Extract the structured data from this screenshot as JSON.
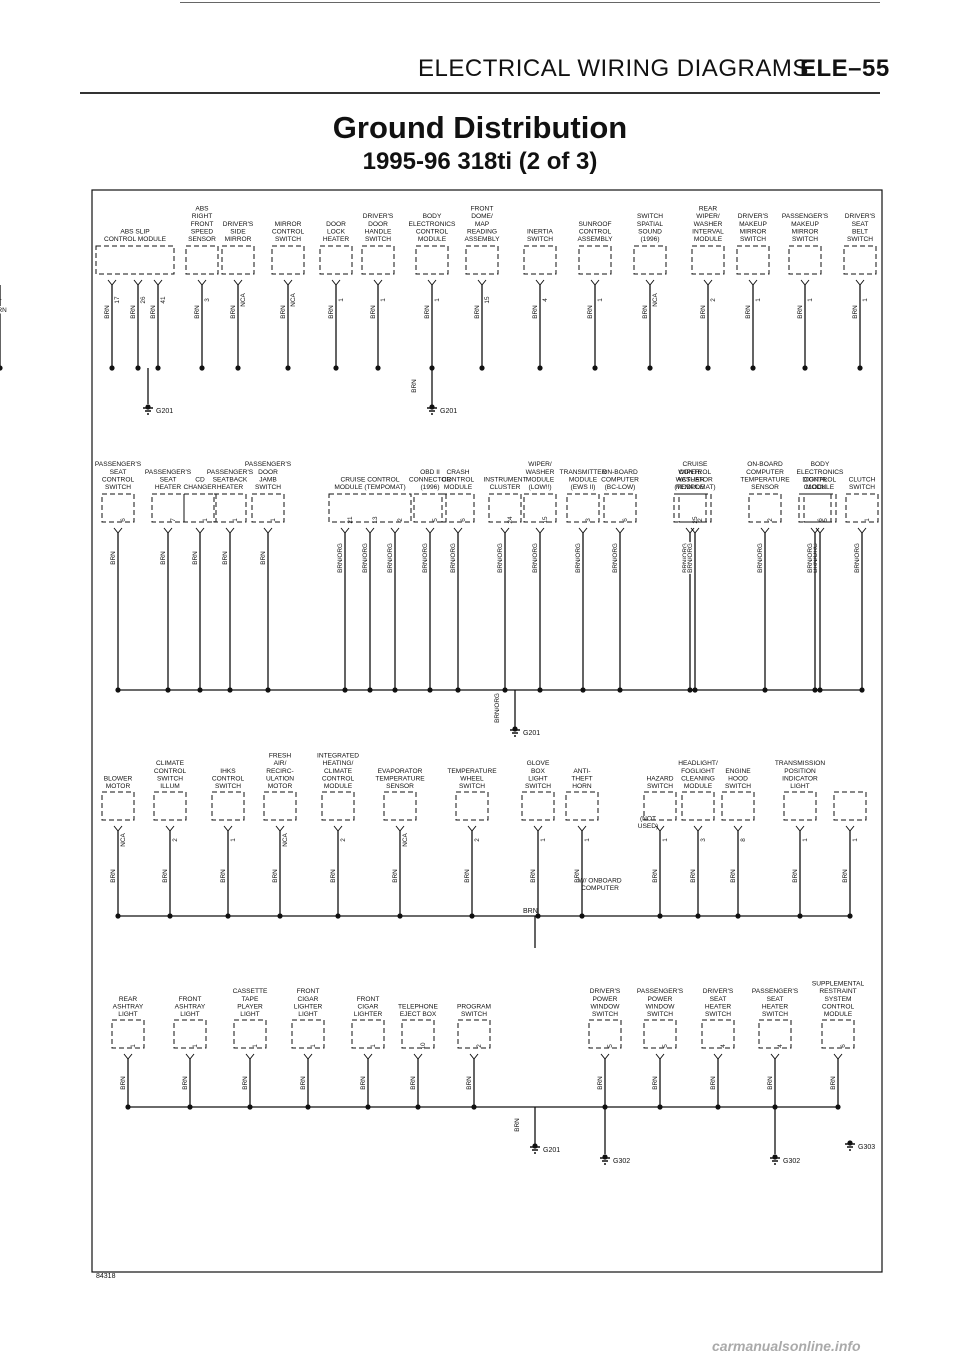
{
  "header": {
    "section_title": "ELECTRICAL WIRING DIAGRAMS",
    "page_code": "ELE–55"
  },
  "title": "Ground Distribution",
  "subtitle": "1995-96 318ti (2 of 3)",
  "figure_id": "84318",
  "watermark": "carmanualsonline.info",
  "rows": [
    {
      "components": [
        {
          "label": "ABS SLIP\nCONTROL MODULE",
          "pins": [
            "17",
            "26",
            "41"
          ],
          "wires": [
            "BRN",
            "BRN",
            "BRN"
          ],
          "wide": true
        },
        {
          "label": "ABS\nRIGHT\nFRONT\nSPEED\nSENSOR",
          "pins": [
            "3"
          ],
          "wires": [
            "BRN"
          ]
        },
        {
          "label": "DRIVER'S\nSIDE\nMIRROR",
          "pins": [
            "NCA"
          ],
          "wires": [
            "BRN"
          ]
        },
        {
          "label": "MIRROR\nCONTROL\nSWITCH",
          "pins": [
            "NCA"
          ],
          "wires": [
            "BRN"
          ]
        },
        {
          "label": "DOOR\nLOCK\nHEATER",
          "pins": [
            "1"
          ],
          "wires": [
            "BRN"
          ]
        },
        {
          "label": "DRIVER'S\nDOOR\nHANDLE\nSWITCH",
          "pins": [
            "1"
          ],
          "wires": [
            "BRN"
          ]
        },
        {
          "label": "BODY\nELECTRONICS\nCONTROL\nMODULE",
          "pins": [
            "1"
          ],
          "wires": [
            "BRN"
          ]
        },
        {
          "label": "FRONT\nDOME/\nMAP\nREADING\nASSEMBLY",
          "pins": [
            "15"
          ],
          "wires": [
            "BRN"
          ]
        },
        {
          "label": "INERTIA\nSWITCH",
          "pins": [
            "4"
          ],
          "wires": [
            "BRN"
          ]
        },
        {
          "label": "SUNROOF\nCONTROL\nASSEMBLY",
          "pins": [
            "1"
          ],
          "wires": [
            "BRN"
          ]
        },
        {
          "label": "SWITCH\nSPATIAL\nSOUND\n(1996)",
          "pins": [
            "NCA"
          ],
          "wires": [
            "BRN"
          ]
        },
        {
          "label": "REAR\nWIPER/\nWASHER\nINTERVAL\nMODULE",
          "pins": [
            "2"
          ],
          "wires": [
            "BRN"
          ]
        },
        {
          "label": "DRIVER'S\nMAKEUP\nMIRROR\nSWITCH",
          "pins": [
            "1"
          ],
          "wires": [
            "BRN"
          ]
        },
        {
          "label": "PASSENGER'S\nMAKEUP\nMIRROR\nSWITCH",
          "pins": [
            "1"
          ],
          "wires": [
            "BRN"
          ]
        },
        {
          "label": "DRIVER'S\nSEAT\nBELT\nSWITCH",
          "pins": [
            "1"
          ],
          "wires": [
            "BRN"
          ]
        },
        {
          "label": "",
          "pins": [
            "1"
          ],
          "wires": [
            "BRN"
          ]
        }
      ],
      "bus_label": "BRN",
      "ground": "G201",
      "ground2": "G201"
    },
    {
      "components": [
        {
          "label": "PASSENGER'S\nSEAT\nCONTROL\nSWITCH",
          "pins": [
            "6"
          ],
          "wires": [
            "BRN"
          ]
        },
        {
          "label": "PASSENGER'S\nSEAT\nHEATER",
          "pins": [
            "7"
          ],
          "wires": [
            "BRN"
          ]
        },
        {
          "label": "PASSENGER'S\nSEATBACK\nHEATER",
          "pins": [
            "1"
          ],
          "wires": [
            "BRN"
          ]
        },
        {
          "label": "CD\nCHANGER",
          "pins": [
            "1"
          ],
          "wires": [
            "BRN"
          ]
        },
        {
          "label": "PASSENGER'S\nDOOR\nJAMB\nSWITCH",
          "pins": [
            "1"
          ],
          "wires": [
            "BRN"
          ]
        },
        {
          "label": "CRUISE CONTROL\nMODULE (TEMPOMAT)",
          "pins": [
            "21",
            "13",
            "2"
          ],
          "wires": [
            "BRN/ORG",
            "BRN/ORG",
            "BRN/ORG"
          ],
          "wide": true
        },
        {
          "label": "CRASH\nCONTROL\nMODULE",
          "pins": [
            "6"
          ],
          "wires": [
            "BRN/ORG"
          ]
        },
        {
          "label": "OBD II\nCONNECTOR\n(1996)",
          "pins": [
            "5"
          ],
          "wires": [
            "BRN/ORG"
          ]
        },
        {
          "label": "INSTRUMENT\nCLUSTER",
          "pins": [
            "24"
          ],
          "wires": [
            "BRN/ORG"
          ]
        },
        {
          "label": "WIPER/\nWASHER\nMODULE\n(LOW!!)",
          "pins": [
            "15"
          ],
          "wires": [
            "BRN/ORG"
          ]
        },
        {
          "label": "TRANSMITTER\nMODULE\n(EWS II)",
          "pins": [
            "3"
          ],
          "wires": [
            "BRN/ORG"
          ]
        },
        {
          "label": "ON-BOARD\nCOMPUTER\n(BC-LOW)",
          "pins": [
            "6"
          ],
          "wires": [
            "BRN/ORG"
          ]
        },
        {
          "label": "WIPER/\nWASHER\nMODULE",
          "pins": [
            "25"
          ],
          "wires": [
            "BRN/ORG"
          ]
        },
        {
          "label": "CRUISE\nCONTROL\nACTUATOR\n(TEMPOMAT)",
          "pins": [
            "2"
          ],
          "wires": [
            "BRN/ORG"
          ]
        },
        {
          "label": "ON-BOARD\nCOMPUTER\nTEMPERATURE\nSENSOR",
          "pins": [
            "2"
          ],
          "wires": [
            "BRN/ORG"
          ]
        },
        {
          "label": "BODY\nELECTRONICS\nCONTROL\nMODULE",
          "pins": [
            "5"
          ],
          "wires": [
            "BRN/ORG"
          ]
        },
        {
          "label": "DIGITAL\nCLOCK",
          "pins": [
            "6"
          ],
          "wires": [
            "BRN/ORG"
          ]
        },
        {
          "label": "CLUTCH\nSWITCH",
          "pins": [
            "1"
          ],
          "wires": [
            "BRN/ORG"
          ]
        }
      ],
      "bus_label": "BRN/ORG",
      "ground": "G201"
    },
    {
      "components": [
        {
          "label": "BLOWER\nMOTOR",
          "pins": [
            "NCA"
          ],
          "wires": [
            "BRN"
          ]
        },
        {
          "label": "CLIMATE\nCONTROL\nSWITCH\nILLUM",
          "pins": [
            "2"
          ],
          "wires": [
            "BRN"
          ]
        },
        {
          "label": "IHKS\nCONTROL\nSWITCH",
          "pins": [
            "1"
          ],
          "wires": [
            "BRN"
          ]
        },
        {
          "label": "FRESH\nAIR/\nRECIRC-\nULATION\nMOTOR",
          "pins": [
            "NCA"
          ],
          "wires": [
            "BRN"
          ]
        },
        {
          "label": "INTEGRATED\nHEATING/\nCLIMATE\nCONTROL\nMODULE",
          "pins": [
            "2"
          ],
          "wires": [
            "BRN"
          ]
        },
        {
          "label": "EVAPORATOR\nTEMPERATURE\nSENSOR",
          "pins": [
            "NCA"
          ],
          "wires": [
            "BRN"
          ]
        },
        {
          "label": "TEMPERATURE\nWHEEL\nSWITCH",
          "pins": [
            "2"
          ],
          "wires": [
            "BRN"
          ]
        },
        {
          "label": "GLOVE\nBOX\nLIGHT\nSWITCH",
          "pins": [
            "1"
          ],
          "wires": [
            "BRN"
          ]
        },
        {
          "label": "ANTI-\nTHEFT\nHORN",
          "pins": [
            "1"
          ],
          "wires": [
            "BRN"
          ]
        },
        {
          "label": "HAZARD\nSWITCH",
          "pins": [
            "1"
          ],
          "wires": [
            "BRN"
          ]
        },
        {
          "label": "HEADLIGHT/\nFOGLIGHT\nCLEANING\nMODULE",
          "pins": [
            "3"
          ],
          "wires": [
            "BRN"
          ]
        },
        {
          "label": "ENGINE\nHOOD\nSWITCH",
          "pins": [
            "8"
          ],
          "wires": [
            "BRN"
          ]
        },
        {
          "label": "TRANSMISSION\nPOSITION\nINDICATOR\nLIGHT",
          "pins": [
            "1"
          ],
          "wires": [
            "BRN"
          ]
        },
        {
          "label": "",
          "pins": [
            "1"
          ],
          "wires": [
            "BRN"
          ]
        }
      ],
      "bus_label": "BRN",
      "note_not_used": "(NOT\nUSED)",
      "note_onboard": "W/ ONBOARD\nCOMPUTER"
    },
    {
      "components": [
        {
          "label": "REAR\nASHTRAY\nLIGHT",
          "pins": [
            "1"
          ],
          "wires": [
            "BRN"
          ]
        },
        {
          "label": "FRONT\nASHTRAY\nLIGHT",
          "pins": [
            "1"
          ],
          "wires": [
            "BRN"
          ]
        },
        {
          "label": "CASSETTE\nTAPE\nPLAYER\nLIGHT",
          "pins": [
            "1"
          ],
          "wires": [
            "BRN"
          ]
        },
        {
          "label": "FRONT\nCIGAR\nLIGHTER\nLIGHT",
          "pins": [
            "1"
          ],
          "wires": [
            "BRN"
          ]
        },
        {
          "label": "FRONT\nCIGAR\nLIGHTER",
          "pins": [
            "1"
          ],
          "wires": [
            "BRN"
          ]
        },
        {
          "label": "TELEPHONE\nEJECT BOX",
          "pins": [
            "10"
          ],
          "wires": [
            "BRN"
          ]
        },
        {
          "label": "PROGRAM\nSWITCH",
          "pins": [
            "2"
          ],
          "wires": [
            "BRN"
          ]
        },
        {
          "label": "DRIVER'S\nPOWER\nWINDOW\nSWITCH",
          "pins": [
            "5"
          ],
          "wires": [
            "BRN"
          ]
        },
        {
          "label": "PASSENGER'S\nPOWER\nWINDOW\nSWITCH",
          "pins": [
            "5"
          ],
          "wires": [
            "BRN"
          ]
        },
        {
          "label": "DRIVER'S\nSEAT\nHEATER\nSWITCH",
          "pins": [
            "4"
          ],
          "wires": [
            "BRN"
          ]
        },
        {
          "label": "PASSENGER'S\nSEAT\nHEATER\nSWITCH",
          "pins": [
            "4"
          ],
          "wires": [
            "BRN"
          ]
        },
        {
          "label": "SUPPLEMENTAL\nRESTRAINT\nSYSTEM\nCONTROL\nMODULE",
          "pins": [
            "6"
          ],
          "wires": [
            "BRN"
          ]
        }
      ],
      "bus_label": "BRN",
      "ground": "G201",
      "ground_a": "G302",
      "ground_b": "G302",
      "ground_c": "G303"
    }
  ]
}
